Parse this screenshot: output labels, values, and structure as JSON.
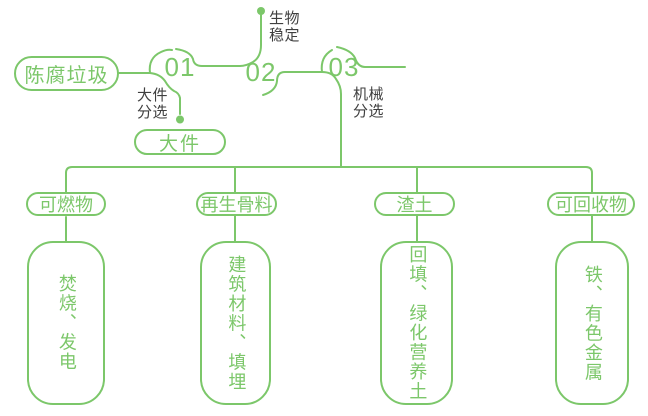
{
  "colors": {
    "line_green": "#7cc76a",
    "label_dark": "#3f3f3f",
    "background": "#ffffff"
  },
  "source": {
    "label": "陈腐垃圾"
  },
  "steps": [
    {
      "number": "01",
      "label": "大件\n分选"
    },
    {
      "number": "02",
      "label": "生物\n稳定"
    },
    {
      "number": "03",
      "label": "机械\n分选"
    }
  ],
  "bulky": {
    "label": "大件"
  },
  "categories": [
    {
      "name": "可燃物",
      "detail": "焚烧、发电"
    },
    {
      "name": "再生骨料",
      "detail": "建筑材料、填埋"
    },
    {
      "name": "渣土",
      "detail": "回填、绿化营养土"
    },
    {
      "name": "可回收物",
      "detail": "铁、有色金属"
    }
  ]
}
